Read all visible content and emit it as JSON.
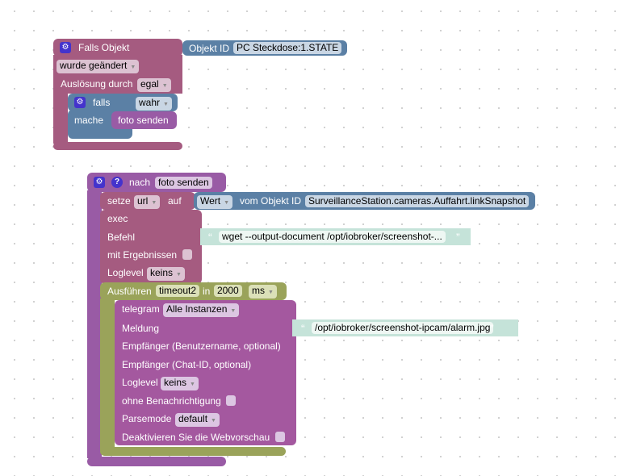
{
  "trigger": {
    "title": "Falls Objekt",
    "object_id_label": "Objekt ID",
    "object_id": "PC Steckdose:1.STATE",
    "condition": "wurde geändert",
    "trigger_by_label": "Auslösung durch",
    "trigger_by": "egal",
    "if": {
      "label": "falls",
      "value": "wahr",
      "do_label": "mache",
      "call": "foto senden"
    }
  },
  "procedure": {
    "label": "nach",
    "name": "foto senden",
    "help": "?",
    "set": {
      "label": "setze",
      "var": "url",
      "to": "auf",
      "value_mode": "Wert",
      "from_label": "vom Objekt ID",
      "object_id": "SurveillanceStation.cameras.Auffahrt.linkSnapshot"
    },
    "exec": {
      "title": "exec",
      "command_label": "Befehl",
      "command": "wget --output-document /opt/iobroker/screenshot-...",
      "with_results": "mit Ergebnissen",
      "loglevel_label": "Loglevel",
      "loglevel": "keins"
    },
    "timeout": {
      "label": "Ausführen",
      "name": "timeout2",
      "in": "in",
      "delay": "2000",
      "unit": "ms"
    },
    "telegram": {
      "label": "telegram",
      "instance": "Alle Instanzen",
      "message_label": "Meldung",
      "message": "/opt/iobroker/screenshot-ipcam/alarm.jpg",
      "user_label": "Empfänger (Benutzername, optional)",
      "chat_label": "Empfänger (Chat-ID, optional)",
      "loglevel_label": "Loglevel",
      "loglevel": "keins",
      "silent_label": "ohne Benachrichtigung",
      "parsemode_label": "Parsemode",
      "parsemode": "default",
      "disable_preview_label": "Deaktivieren Sie die Webvorschau"
    }
  },
  "quote_open": "“",
  "quote_close": "”",
  "gear": "⚙"
}
